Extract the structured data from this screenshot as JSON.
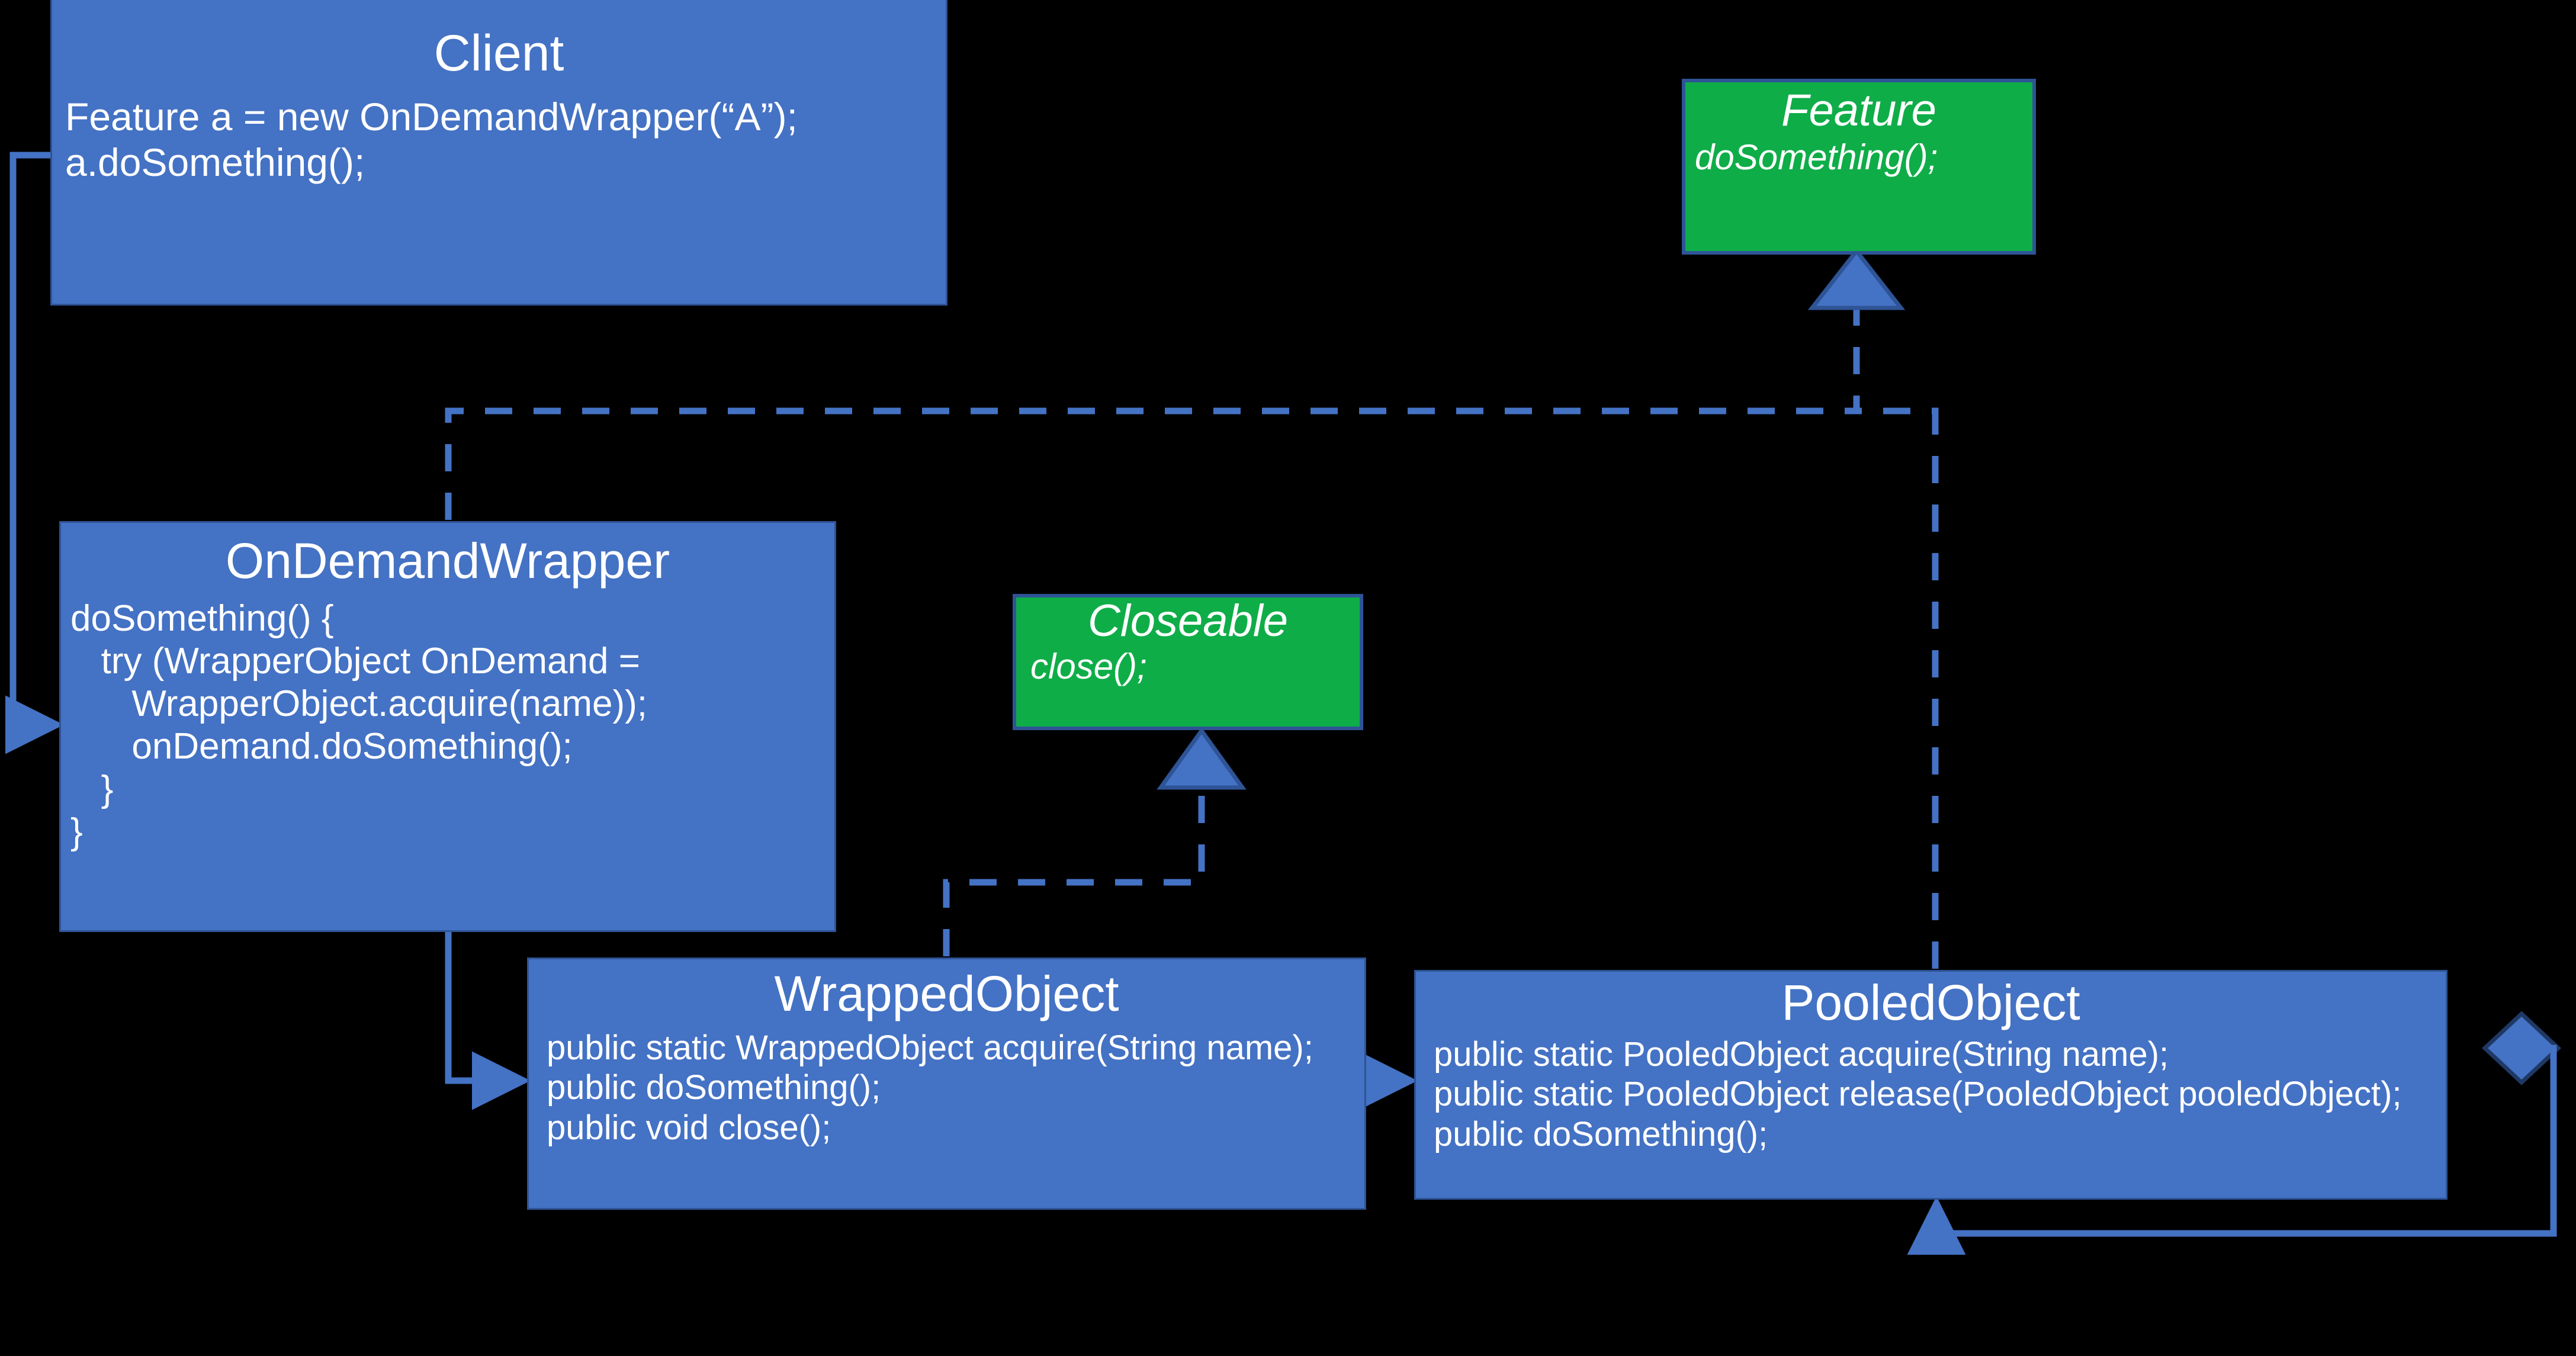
{
  "diagram": {
    "title": "On-demand wrapper / object pool class diagram",
    "colors": {
      "background": "#000000",
      "class_fill": "#4472C4",
      "class_border": "#2E5496",
      "interface_fill": "#0FAD48",
      "interface_border": "#2E5496",
      "connector": "#4472C4",
      "text": "#FFFFFF"
    },
    "nodes": {
      "client": {
        "kind": "class",
        "name": "Client",
        "body": "Feature a = new OnDemandWrapper(“A”);\na.doSomething();"
      },
      "feature": {
        "kind": "interface",
        "name": "Feature",
        "body": "doSomething();"
      },
      "ondemand_wrapper": {
        "kind": "class",
        "name": "OnDemandWrapper",
        "body": "doSomething() {\n   try (WrapperObject OnDemand =\n      WrapperObject.acquire(name));\n      onDemand.doSomething();\n   }\n}"
      },
      "closeable": {
        "kind": "interface",
        "name": "Closeable",
        "body": "close();"
      },
      "wrapped_object": {
        "kind": "class",
        "name": "WrappedObject",
        "body": "public static WrappedObject acquire(String name);\npublic doSomething();\npublic void close();"
      },
      "pooled_object": {
        "kind": "class",
        "name": "PooledObject",
        "body": "public static PooledObject acquire(String name);\npublic static PooledObject release(PooledObject pooledObject);\npublic doSomething();"
      }
    },
    "connectors": [
      {
        "id": "client-to-ondemand",
        "kind": "association-arrow",
        "from": "client",
        "to": "ondemand_wrapper",
        "style": "solid"
      },
      {
        "id": "ondemand-to-wrapped",
        "kind": "association-arrow",
        "from": "ondemand_wrapper",
        "to": "wrapped_object",
        "style": "solid"
      },
      {
        "id": "wrapped-to-pooled",
        "kind": "association-arrow",
        "from": "wrapped_object",
        "to": "pooled_object",
        "style": "solid"
      },
      {
        "id": "pooled-self-aggregation",
        "kind": "aggregation-diamond-loop",
        "from": "pooled_object",
        "to": "pooled_object",
        "style": "solid"
      },
      {
        "id": "ondemand-realizes-feature",
        "kind": "realization",
        "from": "ondemand_wrapper",
        "to": "feature",
        "style": "dashed"
      },
      {
        "id": "pooled-realizes-feature",
        "kind": "realization",
        "from": "pooled_object",
        "to": "feature",
        "style": "dashed"
      },
      {
        "id": "wrapped-realizes-closeable",
        "kind": "realization",
        "from": "wrapped_object",
        "to": "closeable",
        "style": "dashed"
      }
    ]
  }
}
